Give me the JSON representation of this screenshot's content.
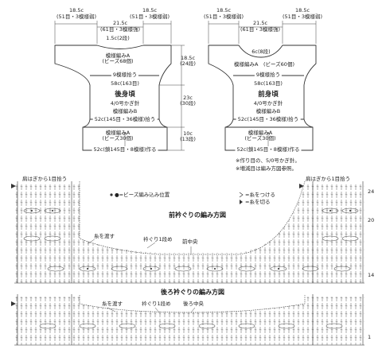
{
  "back_body": {
    "top_left": [
      "18.5c",
      "(51目・3模様弱)"
    ],
    "top_mid": [
      "21.5c",
      "(61目・3模様強)"
    ],
    "top_right": [
      "18.5c",
      "(51目・3模様弱)"
    ],
    "neck": "1.5c(2段)",
    "pattern_a_top": "模様編みA\n(ビーズ68個)",
    "pickup": "9模様拾う",
    "width_mid": "58c(163目)",
    "title": "後身頃",
    "hook": "4/0号かぎ針",
    "pattern_b": "模様編みB",
    "pickup_bottom": "52c(145目・36模様)拾う",
    "pattern_a_bottom": "模様編みA\n(ビーズ30個)",
    "chain": "52c(鎖145目・8模様)作る",
    "side_1": "18.5c\n(24段)",
    "side_2": "23c\n(30段)",
    "side_3": "10c\n(13段)"
  },
  "front_body": {
    "top_left": [
      "18.5c",
      "(51目・3模様弱)"
    ],
    "top_mid": [
      "21.5c",
      "(61目・3模様強)"
    ],
    "top_right": [
      "18.5c",
      "(51目・3模様弱)"
    ],
    "neck": "6c(8段)",
    "pattern_a_top": "模様編みA　(ビーズ60個)",
    "pickup": "9模様拾う",
    "width_mid": "58c(163目)",
    "title": "前身頃",
    "hook": "4/0号かぎ針",
    "pattern_b": "模様編みB",
    "pickup_bottom": "52c(145目・36模様)拾う",
    "pattern_a_bottom": "模様編みA\n(ビーズ30個)",
    "chain": "52c(鎖145目・8模様)作る"
  },
  "notes": [
    "※作り目の、5/0号かぎ針。",
    "※増減目は編み方図参照。"
  ],
  "front_neck_chart": {
    "title": "前衿ぐりの編み方図",
    "pick_left": "肩はぎから1目拾う",
    "pick_right": "肩はぎから1目拾う",
    "bead_legend": "●=ビーズ編み込み位置",
    "join_legend": "=糸をつける",
    "cut_legend": "=糸を切る",
    "yarn_pass": "糸を渡す",
    "neck_1row": "衿ぐり1段め",
    "center": "前中央",
    "row_24": "24",
    "row_20": "20",
    "row_14": "14"
  },
  "back_neck_chart": {
    "title": "後ろ衿ぐりの編み方図",
    "yarn_pass": "糸を渡す",
    "neck_1row": "衿ぐり1段め",
    "center": "後ろ中央",
    "row_1": "1"
  }
}
